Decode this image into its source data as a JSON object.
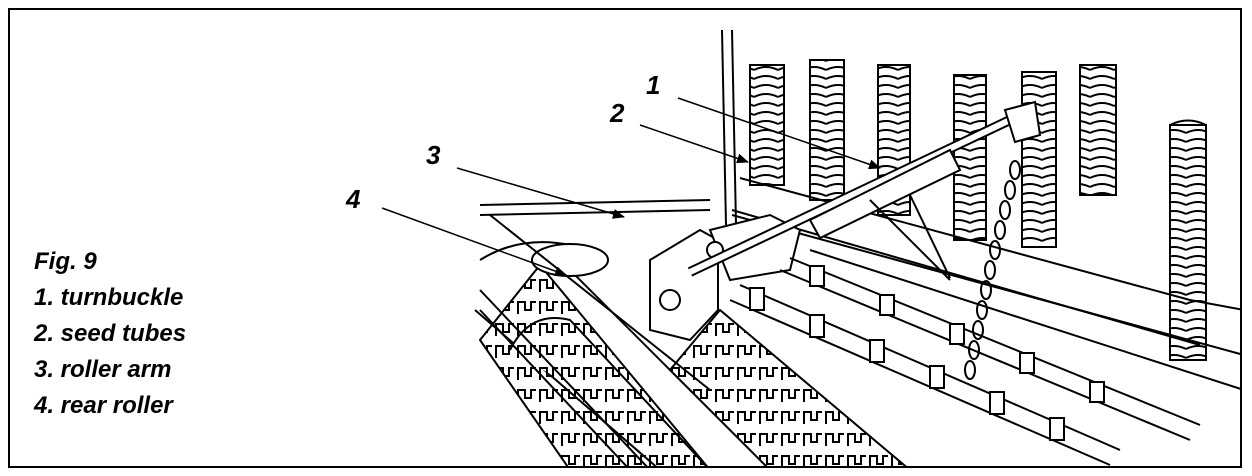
{
  "figure": {
    "title": "Fig. 9",
    "legend": [
      "1. turnbuckle",
      "2. seed tubes",
      "3. roller arm",
      "4. rear roller"
    ],
    "callouts": [
      "1",
      "2",
      "3",
      "4"
    ]
  }
}
